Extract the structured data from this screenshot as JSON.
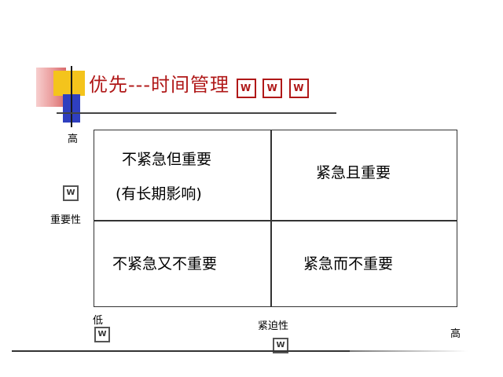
{
  "title": "优先---时间管理",
  "title_badges": [
    "W",
    "W",
    "W"
  ],
  "axes": {
    "y_high": "高",
    "y_label": "重要性",
    "y_badge": "W",
    "x_low": "低",
    "x_low_badge": "W",
    "x_label": "紧迫性",
    "x_badge": "W",
    "x_high": "高"
  },
  "quadrants": {
    "top_left": {
      "line1": "不紧急但重要",
      "line2": "(有长期影响)"
    },
    "top_right": {
      "line1": "紧急且重要"
    },
    "bottom_left": {
      "line1": "不紧急又不重要"
    },
    "bottom_right": {
      "line1": "紧急而不重要"
    }
  },
  "colors": {
    "title": "#b01818",
    "logo_yellow": "#f4c41c",
    "logo_blue": "#2f3fbf",
    "logo_red": "#d45a5a"
  }
}
